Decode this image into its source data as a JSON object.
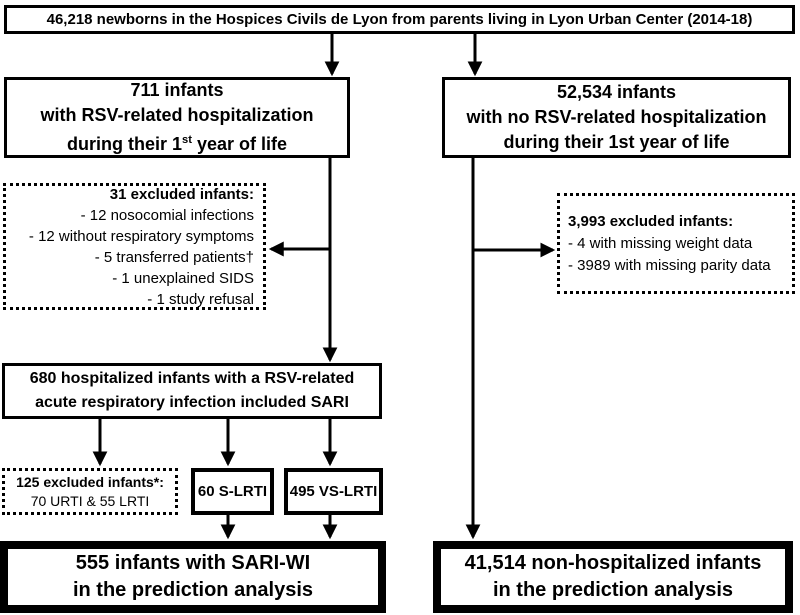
{
  "colors": {
    "ink": "#000000",
    "background": "#ffffff"
  },
  "flow": {
    "source": {
      "text": "46,218 newborns in the Hospices Civils de Lyon from parents living in Lyon Urban Center (2014-18)"
    },
    "rsv_hosp": {
      "line1": "711 infants",
      "line2": "with RSV-related hospitalization",
      "line3_pre": "during their 1",
      "line3_sup": "st",
      "line3_post": " year of life"
    },
    "no_rsv_hosp": {
      "line1": "52,534 infants",
      "line2": "with no RSV-related hospitalization",
      "line3": "during their 1st year of life"
    },
    "excluded_rsv": {
      "title": "31 excluded infants:",
      "items": [
        "- 12 nosocomial infections",
        "- 12 without respiratory symptoms",
        "- 5 transferred patients†",
        "- 1 unexplained SIDS",
        "- 1 study refusal"
      ]
    },
    "excluded_no_rsv": {
      "title": "3,993 excluded infants:",
      "items": [
        "- 4 with missing weight data",
        "- 3989 with missing parity data"
      ]
    },
    "sari": {
      "line1": "680 hospitalized infants with a RSV-related",
      "line2": "acute respiratory infection  included SARI"
    },
    "excluded_sari": {
      "title": "125 excluded infants*:",
      "detail": "70 URTI & 55 LRTI"
    },
    "s_lrti": {
      "text": "60 S-LRTI"
    },
    "vs_lrti": {
      "text": "495 VS-LRTI"
    },
    "final_sari": {
      "line1": "555 infants with SARI-WI",
      "line2": "in the prediction analysis"
    },
    "final_non_hosp": {
      "line1": "41,514 non-hospitalized infants",
      "line2": "in the prediction analysis"
    }
  }
}
